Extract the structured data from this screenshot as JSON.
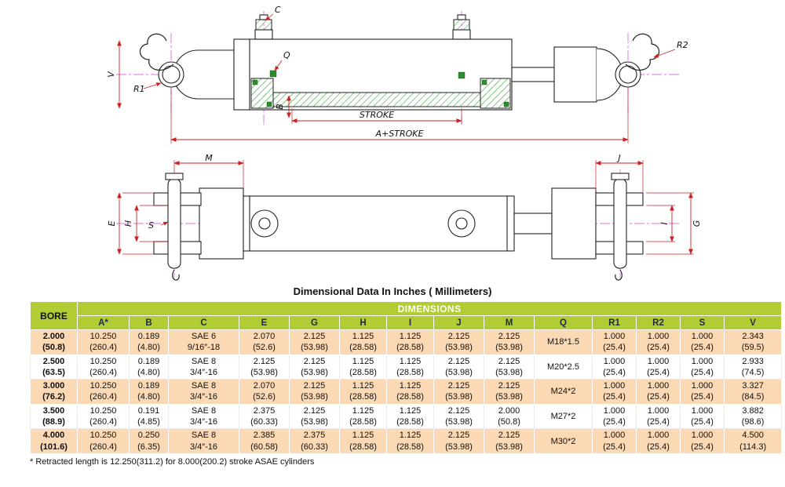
{
  "drawing": {
    "labels": {
      "c": "C",
      "q": "Q",
      "v": "V",
      "r1": "R1",
      "r2": "R2",
      "b": "B",
      "stroke": "STROKE",
      "a_plus_stroke": "A+STROKE",
      "m": "M",
      "j": "J",
      "e": "E",
      "h": "H",
      "s": "S",
      "i": "I",
      "g": "G"
    },
    "colors": {
      "dimension_red": "#cc2222",
      "centerline_magenta": "#e06ce0",
      "hatch_green": "#2e8b2e"
    }
  },
  "table": {
    "title": "Dimensional Data In Inches ( Millimeters)",
    "bore_header": "BORE",
    "dimensions_header": "DIMENSIONS",
    "columns": [
      "A*",
      "B",
      "C",
      "E",
      "G",
      "H",
      "I",
      "J",
      "M",
      "Q",
      "R1",
      "R2",
      "S",
      "V"
    ],
    "rows": [
      {
        "bore": [
          "2.000",
          "(50.8)"
        ],
        "values": [
          [
            "10.250",
            "(260.4)"
          ],
          [
            "0.189",
            "(4.80)"
          ],
          [
            "SAE 6",
            "9/16″-18"
          ],
          [
            "2.070",
            "(52.6)"
          ],
          [
            "2.125",
            "(53.98)"
          ],
          [
            "1.125",
            "(28.58)"
          ],
          [
            "1.125",
            "(28.58)"
          ],
          [
            "2.125",
            "(53.98)"
          ],
          [
            "2.125",
            "(53.98)"
          ],
          [
            "M18*1.5"
          ],
          [
            "1.000",
            "(25.4)"
          ],
          [
            "1.000",
            "(25.4)"
          ],
          [
            "1.000",
            "(25.4)"
          ],
          [
            "2.343",
            "(59.5)"
          ]
        ]
      },
      {
        "bore": [
          "2.500",
          "(63.5)"
        ],
        "values": [
          [
            "10.250",
            "(260.4)"
          ],
          [
            "0.189",
            "(4.80)"
          ],
          [
            "SAE 8",
            "3/4″-16"
          ],
          [
            "2.125",
            "(53.98)"
          ],
          [
            "2.125",
            "(53.98)"
          ],
          [
            "1.125",
            "(28.58)"
          ],
          [
            "1.125",
            "(28.58)"
          ],
          [
            "2.125",
            "(53.98)"
          ],
          [
            "2.125",
            "(53.98)"
          ],
          [
            "M20*2.5"
          ],
          [
            "1.000",
            "(25.4)"
          ],
          [
            "1.000",
            "(25.4)"
          ],
          [
            "1.000",
            "(25.4)"
          ],
          [
            "2.933",
            "(74.5)"
          ]
        ]
      },
      {
        "bore": [
          "3.000",
          "(76.2)"
        ],
        "values": [
          [
            "10.250",
            "(260.4)"
          ],
          [
            "0.189",
            "(4.80)"
          ],
          [
            "SAE 8",
            "3/4″-16"
          ],
          [
            "2.070",
            "(52.6)"
          ],
          [
            "2.125",
            "(53.98)"
          ],
          [
            "1.125",
            "(28.58)"
          ],
          [
            "1.125",
            "(28.58)"
          ],
          [
            "2.125",
            "(53.98)"
          ],
          [
            "2.125",
            "(53.98)"
          ],
          [
            "M24*2"
          ],
          [
            "1.000",
            "(25.4)"
          ],
          [
            "1.000",
            "(25.4)"
          ],
          [
            "1.000",
            "(25.4)"
          ],
          [
            "3.327",
            "(84.5)"
          ]
        ]
      },
      {
        "bore": [
          "3.500",
          "(88.9)"
        ],
        "values": [
          [
            "10.250",
            "(260.4)"
          ],
          [
            "0.191",
            "(4.85)"
          ],
          [
            "SAE 8",
            "3/4″-16"
          ],
          [
            "2.375",
            "(60.33)"
          ],
          [
            "2.125",
            "(53.98)"
          ],
          [
            "1.125",
            "(28.58)"
          ],
          [
            "1.125",
            "(28.58)"
          ],
          [
            "2.125",
            "(53.98)"
          ],
          [
            "2.000",
            "(50.8)"
          ],
          [
            "M27*2"
          ],
          [
            "1.000",
            "(25.4)"
          ],
          [
            "1.000",
            "(25.4)"
          ],
          [
            "1.000",
            "(25.4)"
          ],
          [
            "3.882",
            "(98.6)"
          ]
        ]
      },
      {
        "bore": [
          "4.000",
          "(101.6)"
        ],
        "values": [
          [
            "10.250",
            "(260.4)"
          ],
          [
            "0.250",
            "(6.35)"
          ],
          [
            "SAE 8",
            "3/4″-16"
          ],
          [
            "2.385",
            "(60.58)"
          ],
          [
            "2.375",
            "(60.33)"
          ],
          [
            "1.125",
            "(28.58)"
          ],
          [
            "1.125",
            "(28.58)"
          ],
          [
            "2.125",
            "(53.98)"
          ],
          [
            "2.125",
            "(53.98)"
          ],
          [
            "M30*2"
          ],
          [
            "1.000",
            "(25.4)"
          ],
          [
            "1.000",
            "(25.4)"
          ],
          [
            "1.000",
            "(25.4)"
          ],
          [
            "4.500",
            "(114.3)"
          ]
        ]
      }
    ],
    "footnote": "* Retracted length is 12.250(311.2) for 8.000(200.2) stroke ASAE cylinders"
  }
}
